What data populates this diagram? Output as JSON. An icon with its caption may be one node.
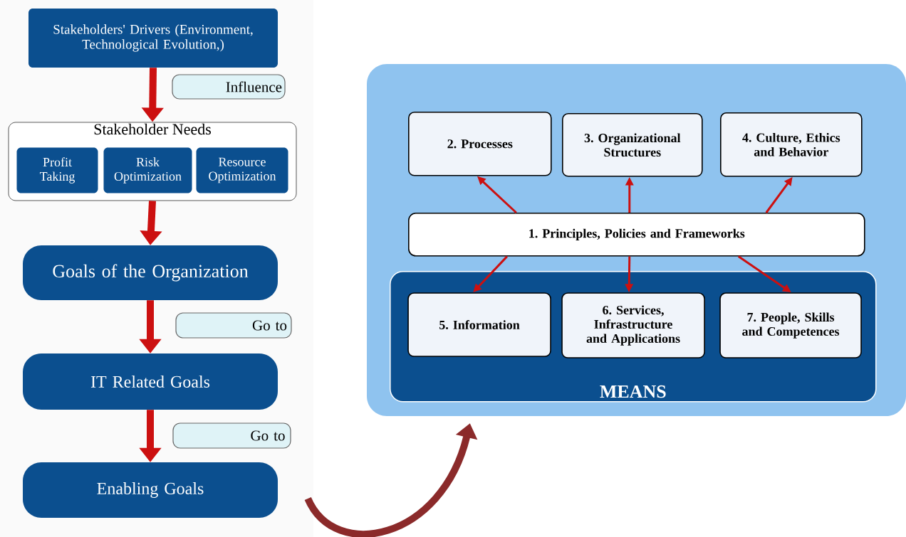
{
  "diagram": {
    "nodes": [
      {
        "text": [
          "Stakeholders' Drivers (Environment, Technological Evolution,)"
        ]
      },
      {
        "text": [
          "Influence"
        ]
      },
      {
        "text": [
          "Stakeholder Needs"
        ]
      },
      {
        "text": [
          "Profit Taking"
        ],
        "in": 2
      },
      {
        "text": [
          "Risk Optimization"
        ],
        "in": 2
      },
      {
        "text": [
          "Resource Optimization"
        ],
        "in": 2
      },
      {
        "text": [
          "Goals of the Organization"
        ]
      },
      {
        "text": [
          "Go to"
        ]
      },
      {
        "text": [
          "IT Related Goals"
        ]
      },
      {
        "text": [
          "Go to"
        ]
      },
      {
        "text": [
          "Enabling Goals"
        ]
      },
      {
        "text": [],
        "shape": "box"
      },
      {
        "text": [
          "2. Processes"
        ],
        "in": 11
      },
      {
        "text": [
          "3. Organizational Structures"
        ],
        "in": 11
      },
      {
        "text": [
          "4. Culture, Ethics and Behavior"
        ],
        "in": 11
      },
      {
        "text": [
          "1. Principles, Policies and Frameworks"
        ],
        "in": 11
      },
      {
        "text": [
          "MEANS"
        ],
        "in": 11
      },
      {
        "text": [
          "5. Information"
        ],
        "in": 16
      },
      {
        "text": [
          "6. Services, Infrastructure and Applications"
        ],
        "in": 16
      },
      {
        "text": [
          "7. People, Skills and Competences"
        ],
        "in": 16
      }
    ],
    "edges": [
      {
        "from": 0,
        "to": 2,
        "arrow": "to",
        "style": "thick"
      },
      {
        "from": 2,
        "to": 6,
        "arrow": "to",
        "style": "thick"
      },
      {
        "from": 6,
        "to": 8,
        "arrow": "to",
        "style": "thick"
      },
      {
        "from": 8,
        "to": 10,
        "arrow": "to",
        "style": "thick"
      },
      {
        "from": 10,
        "to": 11,
        "arrow": "to",
        "style": "thick",
        "color": "#8b2a2a"
      },
      {
        "from": 15,
        "to": 12,
        "arrow": "to"
      },
      {
        "from": 15,
        "to": 13,
        "arrow": "to"
      },
      {
        "from": 15,
        "to": 14,
        "arrow": "to"
      },
      {
        "from": 15,
        "to": 17,
        "arrow": "to"
      },
      {
        "from": 15,
        "to": 18,
        "arrow": "to"
      },
      {
        "from": 15,
        "to": 19,
        "arrow": "to"
      }
    ]
  }
}
